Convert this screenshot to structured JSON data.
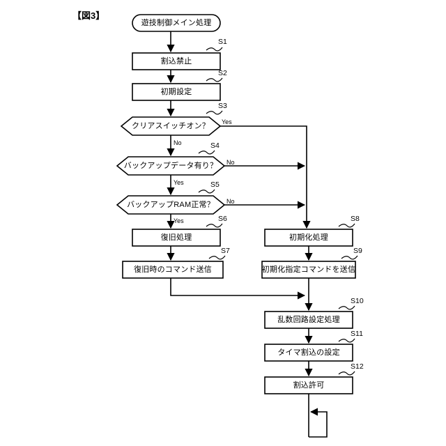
{
  "figure": {
    "label": "【図3】"
  },
  "diagram": {
    "type": "flowchart",
    "start_node": {
      "id": "start",
      "shape": "terminator",
      "text": "遊技制御メイン処理"
    },
    "nodes": [
      {
        "id": "S1",
        "shape": "process",
        "text": "割込禁止",
        "step": "S1"
      },
      {
        "id": "S2",
        "shape": "process",
        "text": "初期設定",
        "step": "S2"
      },
      {
        "id": "S3",
        "shape": "decision",
        "text": "クリアスイッチオン？",
        "step": "S3"
      },
      {
        "id": "S4",
        "shape": "decision",
        "text": "バックアップデータ有り？",
        "step": "S4"
      },
      {
        "id": "S5",
        "shape": "decision",
        "text": "バックアップRAM正常？",
        "step": "S5"
      },
      {
        "id": "S6",
        "shape": "process",
        "text": "復旧処理",
        "step": "S6"
      },
      {
        "id": "S7",
        "shape": "process",
        "text": "復旧時のコマンド送信",
        "step": "S7"
      },
      {
        "id": "S8",
        "shape": "process",
        "text": "初期化処理",
        "step": "S8"
      },
      {
        "id": "S9",
        "shape": "process",
        "text": "初期化指定コマンドを送信",
        "step": "S9"
      },
      {
        "id": "S10",
        "shape": "process",
        "text": "乱数回路設定処理",
        "step": "S10"
      },
      {
        "id": "S11",
        "shape": "process",
        "text": "タイマ割込の設定",
        "step": "S11"
      },
      {
        "id": "S12",
        "shape": "process",
        "text": "割込許可",
        "step": "S12"
      }
    ],
    "edge_labels": {
      "s3_yes": "Yes",
      "s3_no": "No",
      "s4_no": "No",
      "s4_yes": "Yes",
      "s5_no": "No",
      "s5_yes": "Yes"
    },
    "colors": {
      "stroke": "#000000",
      "fill": "#ffffff",
      "background": "#ffffff"
    }
  }
}
